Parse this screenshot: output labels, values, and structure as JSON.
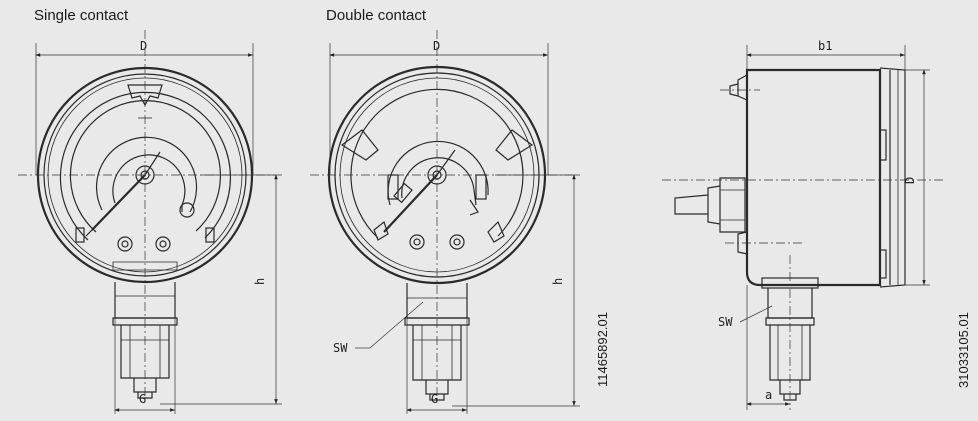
{
  "headings": {
    "single": "Single contact",
    "double": "Double contact"
  },
  "doc_ids": {
    "left": "11465892.01",
    "right": "31033105.01"
  },
  "dimension_labels": {
    "D": "D",
    "h": "h",
    "G": "G",
    "SW": "SW",
    "b1": "b1",
    "a": "a"
  }
}
